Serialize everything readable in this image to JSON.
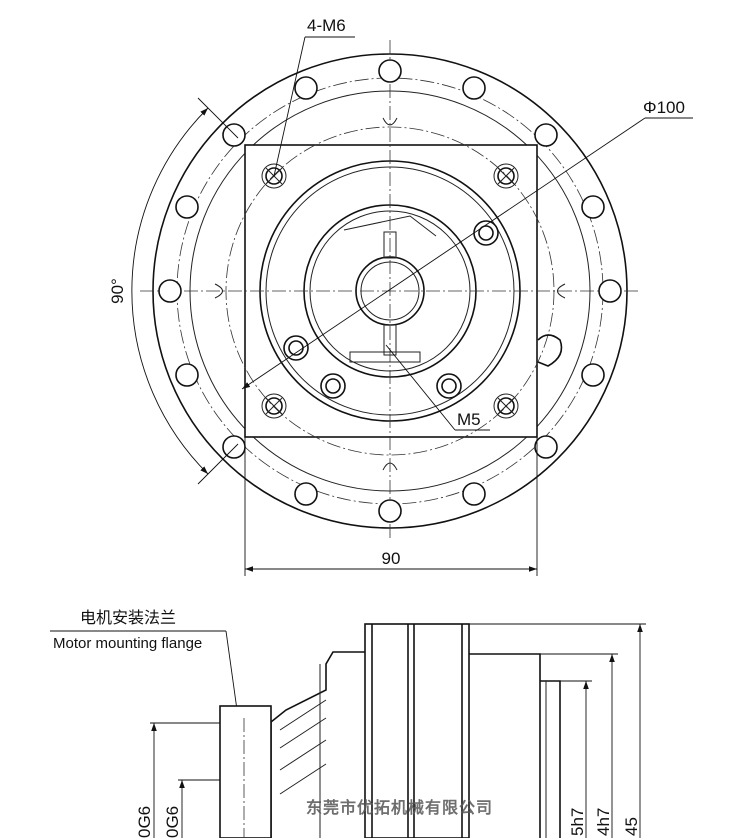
{
  "labels": {
    "bolt_holes": "4-M6",
    "pcd": "Φ100",
    "angle": "90°",
    "screw": "M5",
    "width": "90",
    "flange_cn": "电机安装法兰",
    "flange_en": "Motor mounting flange",
    "shaft_fit_1": "5h7",
    "shaft_fit_2": "4h7",
    "overall": "45",
    "left_fit_1": "0G6",
    "left_fit_2": "0G6",
    "watermark": "东莞市优拓机械有限公司"
  },
  "colors": {
    "line": "#111111",
    "background": "#ffffff"
  }
}
